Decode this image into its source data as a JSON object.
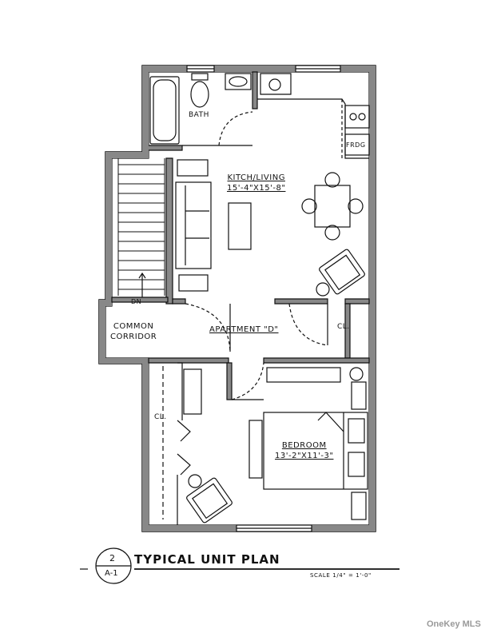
{
  "drawing": {
    "title": "TYPICAL UNIT PLAN",
    "sheet_number": "2",
    "sheet_ref": "A-1",
    "scale": "SCALE 1/4\" = 1'-0\""
  },
  "rooms": {
    "bath": "BATH",
    "kitchen_living": {
      "name": "KITCH/LIVING",
      "dims": "15'-4\"X15'-8\""
    },
    "fridge": "FRDG",
    "corridor_line1": "COMMON",
    "corridor_line2": "CORRIDOR",
    "stair_dn": "DN",
    "apartment": "APARTMENT \"D\"",
    "closet_right": "CL.",
    "closet_left": "CL.",
    "bedroom": {
      "name": "BEDROOM",
      "dims": "13'-2\"X11'-3\""
    }
  },
  "watermark": "OneKey MLS"
}
